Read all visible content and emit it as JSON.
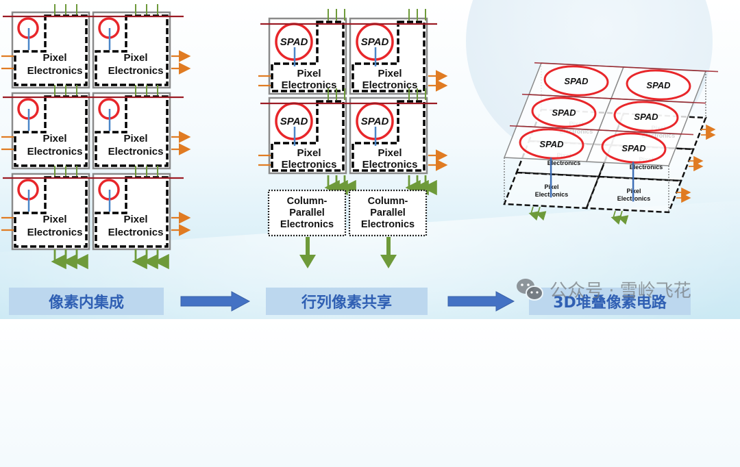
{
  "stages": [
    {
      "label": "像素内集成",
      "cell_lines": [
        "Pixel",
        "Electronics"
      ],
      "rows": 3,
      "cols": 2
    },
    {
      "label": "行列像素共享",
      "spad_label": "SPAD",
      "cell_lines": [
        "Pixel",
        "Electronics"
      ],
      "rows": 2,
      "cols": 2,
      "column_block_lines": [
        "Column-",
        "Parallel",
        "Electronics"
      ]
    },
    {
      "label": "3D堆叠像素电路",
      "spad_label": "SPAD",
      "cell_lines": [
        "Pixel",
        "Electronics"
      ],
      "rows": 3,
      "cols": 2
    }
  ],
  "flow_arrows": [
    "right-arrow",
    "right-arrow"
  ],
  "watermark": {
    "icon": "wechat-icon",
    "text": "公众号 · 雪岭飞花"
  },
  "colors": {
    "spad_ring": "#e8262a",
    "row_line": "#9b1b24",
    "column_signal": "#6e9a3a",
    "row_signal": "#e07b22",
    "connector": "#4a86c8",
    "cell_border": "#8a8a8a",
    "label_bg": "#bcd7ee",
    "label_text": "#2f5fb3",
    "flow_arrow": "#4472c4"
  }
}
